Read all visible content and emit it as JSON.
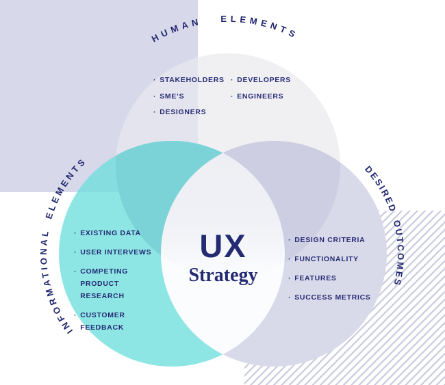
{
  "title": {
    "main": "UX",
    "sub": "Strategy"
  },
  "bullet": "·",
  "sets": {
    "human": {
      "label": "HUMAN ELEMENTS",
      "col1": [
        "STAKEHOLDERS",
        "SME’S",
        "DESIGNERS"
      ],
      "col2": [
        "DEVELOPERS",
        "ENGINEERS"
      ]
    },
    "informational": {
      "label": "INFORMATIONAL ELEMENTS",
      "items": [
        "EXISTING DATA",
        "USER INTERVEWS",
        "COMPETING\nPRODUCT RESEARCH",
        "CUSTOMER FEEDBACK"
      ]
    },
    "desired": {
      "label": "DESIRED OUTCOMES",
      "items": [
        "DESIGN CRITERIA",
        "FUNCTIONALITY",
        "FEATURES",
        "SUCCESS METRICS"
      ]
    }
  },
  "colors": {
    "text_navy": "#232a72",
    "teal_circle": "#8ee6e4",
    "teal_gray_overlap": "#7bd3d8",
    "lavender_circle": "#d9dae9",
    "lavender_gray_overlap": "#cdcee1",
    "gray_circle": "#f0f0f2",
    "background_square": "#d7d8e9",
    "hatch_stripe": "#c9cade",
    "lens_white": "#fbfcfe"
  }
}
